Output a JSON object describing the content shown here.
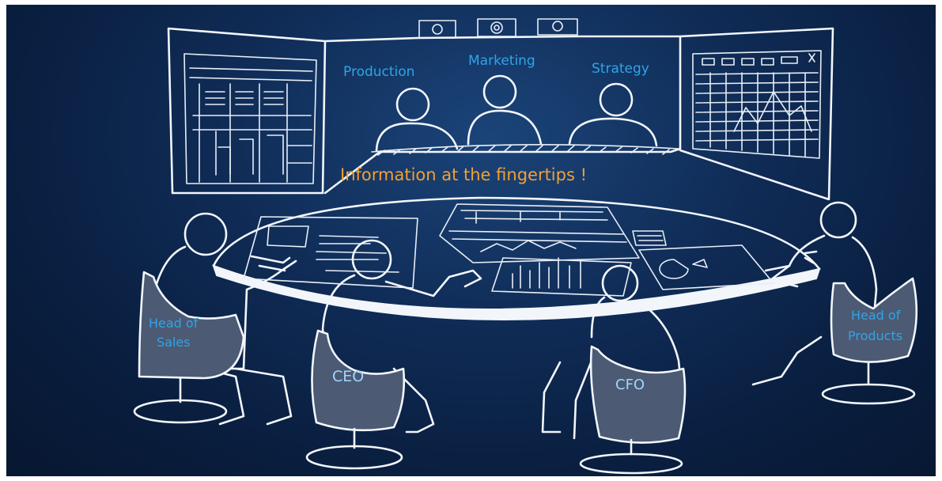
{
  "scene": {
    "screen_labels": {
      "production": "Production",
      "marketing": "Marketing",
      "strategy": "Strategy"
    },
    "headline": "Information at the fingertips !",
    "seat_labels": {
      "head_of_sales_line1": "Head of",
      "head_of_sales_line2": "Sales",
      "ceo": "CEO",
      "cfo": "CFO",
      "head_of_products_line1": "Head of",
      "head_of_products_line2": "Products"
    }
  },
  "colors": {
    "background": "#0f2b55",
    "sketch_lines": "#f2f6fb",
    "label_blue": "#2fa4e7",
    "headline_orange": "#f2a033",
    "chair_fill": "#4c5a73"
  }
}
